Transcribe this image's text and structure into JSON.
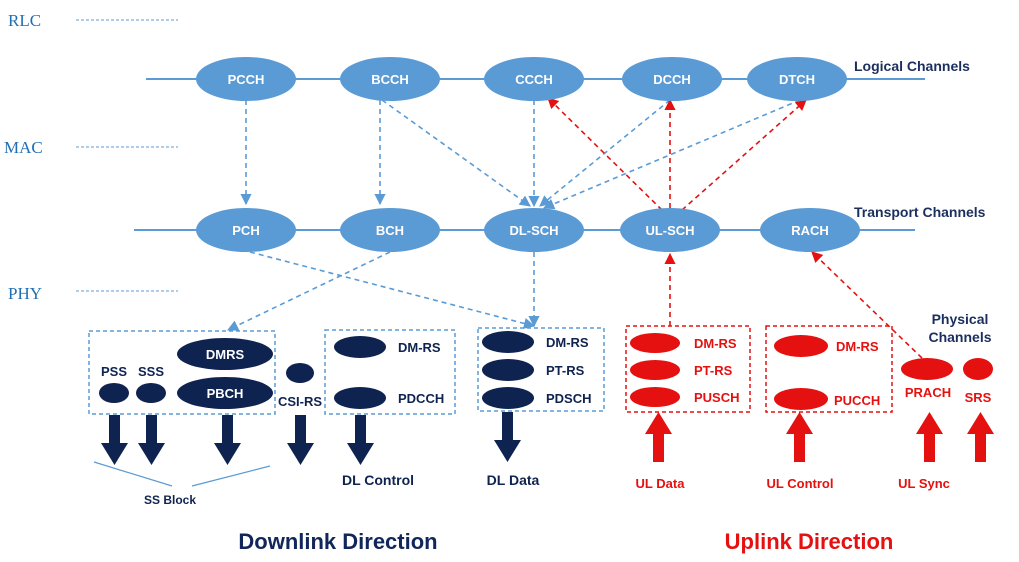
{
  "layers": {
    "rlc": "RLC",
    "mac": "MAC",
    "phy": "PHY"
  },
  "logical": {
    "label": "Logical Channels",
    "channels": [
      "PCCH",
      "BCCH",
      "CCCH",
      "DCCH",
      "DTCH"
    ]
  },
  "transport": {
    "label": "Transport Channels",
    "channels": [
      "PCH",
      "BCH",
      "DL-SCH",
      "UL-SCH",
      "RACH"
    ]
  },
  "physical": {
    "label_line1": "Physical",
    "label_line2": "Channels"
  },
  "downlink": {
    "ss_block": {
      "pss": "PSS",
      "sss": "SSS",
      "dmrs": "DMRS",
      "pbch": "PBCH",
      "label": "SS Block"
    },
    "csi_rs": "CSI-RS",
    "control": {
      "dmrs": "DM-RS",
      "pdcch": "PDCCH",
      "label": "DL Control"
    },
    "data": {
      "dmrs": "DM-RS",
      "ptrs": "PT-RS",
      "pdsch": "PDSCH",
      "label": "DL Data"
    },
    "direction": "Downlink Direction"
  },
  "uplink": {
    "data": {
      "dmrs": "DM-RS",
      "ptrs": "PT-RS",
      "pusch": "PUSCH",
      "label": "UL Data"
    },
    "control": {
      "dmrs": "DM-RS",
      "pucch": "PUCCH",
      "label": "UL Control"
    },
    "sync": {
      "prach": "PRACH",
      "label": "UL Sync"
    },
    "srs": "SRS",
    "direction": "Uplink Direction"
  },
  "colors": {
    "channel_fill": "#5b9bd5",
    "line_blue": "#5b9bd5",
    "dark_navy": "#0f2350",
    "red": "#e51010"
  }
}
